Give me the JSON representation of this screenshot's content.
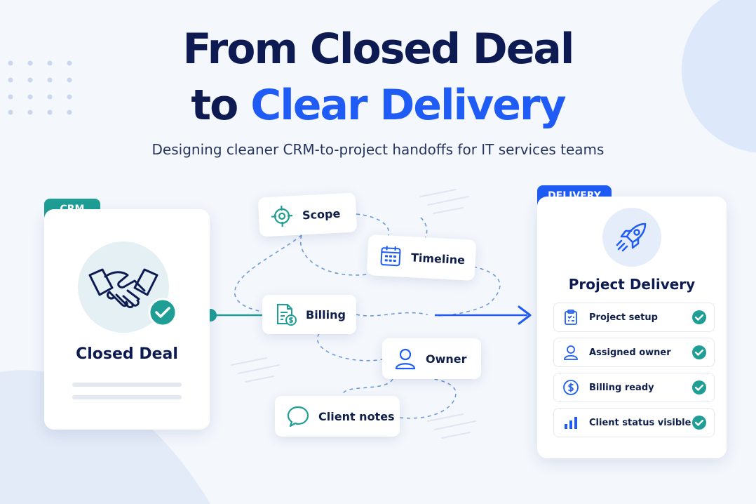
{
  "header": {
    "title_line1": "From Closed Deal",
    "title_line2_prefix": "to",
    "title_line2_highlight": "Clear Delivery",
    "subtitle": "Designing cleaner CRM-to-project handoffs for IT services teams"
  },
  "crm_card": {
    "tag": "CRM",
    "title": "Closed Deal",
    "icon": "handshake-icon",
    "badge_icon": "check-icon"
  },
  "handoff_items": [
    {
      "label": "Scope",
      "icon": "target-icon"
    },
    {
      "label": "Timeline",
      "icon": "calendar-icon"
    },
    {
      "label": "Billing",
      "icon": "invoice-icon"
    },
    {
      "label": "Owner",
      "icon": "user-icon"
    },
    {
      "label": "Client notes",
      "icon": "chat-bubble-icon"
    }
  ],
  "delivery_card": {
    "tag": "DELIVERY",
    "title": "Project Delivery",
    "icon": "rocket-icon",
    "checklist": [
      {
        "label": "Project setup",
        "icon": "clipboard-icon"
      },
      {
        "label": "Assigned owner",
        "icon": "user-icon"
      },
      {
        "label": "Billing ready",
        "icon": "dollar-icon"
      },
      {
        "label": "Client status visible",
        "icon": "bar-chart-icon"
      }
    ]
  },
  "colors": {
    "navy": "#0d1b52",
    "accent_blue": "#1f5cf5",
    "teal": "#1e9e95",
    "background": "#f4f7fc"
  }
}
